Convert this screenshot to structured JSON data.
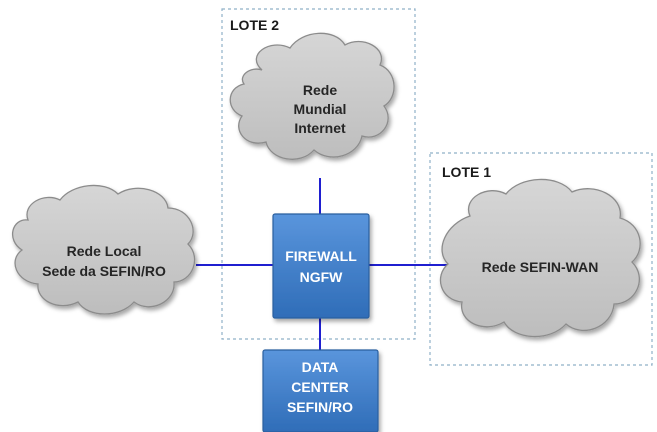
{
  "lots": {
    "lote2": "LOTE 2",
    "lote1": "LOTE 1"
  },
  "clouds": {
    "internet": [
      "Rede",
      "Mundial",
      "Internet"
    ],
    "local": [
      "Rede Local",
      "Sede da SEFIN/RO"
    ],
    "wan": [
      "Rede SEFIN-WAN"
    ]
  },
  "boxes": {
    "firewall": [
      "FIREWALL",
      "NGFW"
    ],
    "datacenter": [
      "DATA",
      "CENTER",
      "SEFIN/RO"
    ]
  },
  "colors": {
    "cloud_fill": "#c9c9c9",
    "cloud_stroke": "#9a9a9a",
    "box_fill": "#3d7cc9",
    "box_stroke": "#2b5f9e",
    "link": "#1f1fd0",
    "lot_border": "#8fb0c8"
  }
}
